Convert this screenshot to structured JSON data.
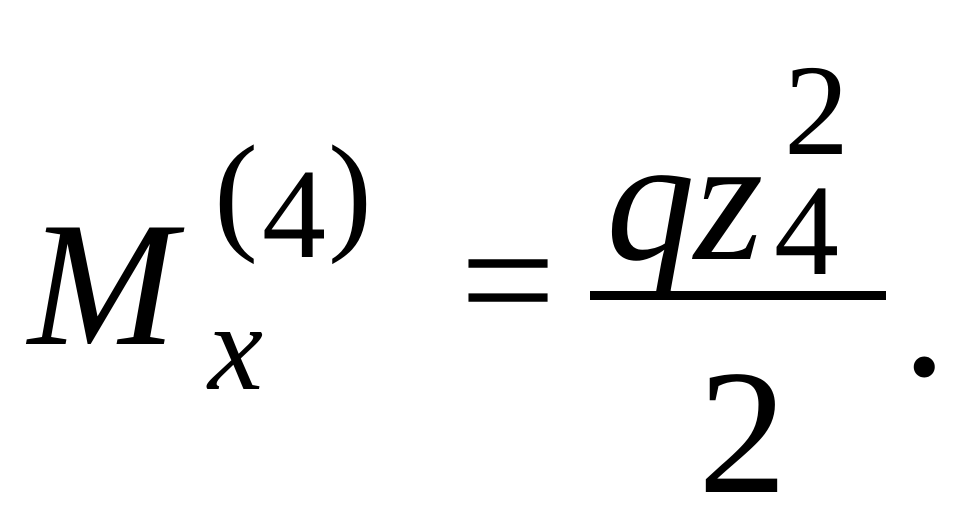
{
  "formula": {
    "lhs": {
      "variable": "M",
      "subscript": "x",
      "superscript_open": "(",
      "superscript_value": "4",
      "superscript_close": ")"
    },
    "operator": "=",
    "rhs": {
      "numerator": {
        "q": "q",
        "z": "z",
        "z_superscript": "2",
        "z_subscript": "4"
      },
      "denominator": "2"
    },
    "terminator": "."
  }
}
